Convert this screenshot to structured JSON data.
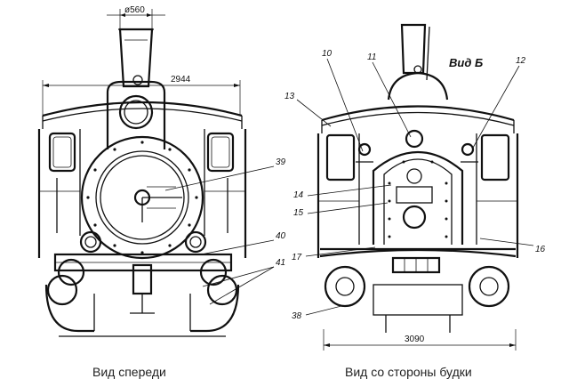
{
  "front_view": {
    "caption": "Вид спереди",
    "dim_stack": "ø560",
    "dim_width": "2944",
    "labels": [
      "39",
      "40",
      "41"
    ]
  },
  "cab_view": {
    "caption": "Вид со стороны будки",
    "view_title": "Вид Б",
    "dim_width": "3090",
    "labels": [
      "10",
      "11",
      "12",
      "13",
      "14",
      "15",
      "16",
      "17",
      "38"
    ]
  }
}
